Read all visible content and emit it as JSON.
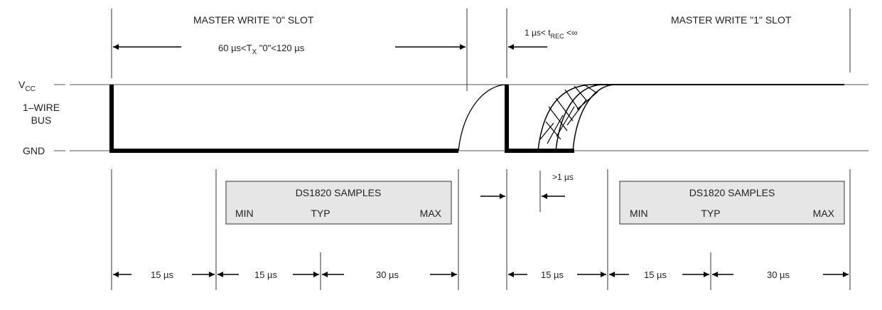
{
  "labels": {
    "write0_title": "MASTER WRITE \"0\" SLOT",
    "write1_title": "MASTER WRITE \"1\" SLOT",
    "tx_range": "60 µs<T",
    "tx_sub": "X",
    "tx_rest": " \"0\"<120 µs",
    "trec_pre": "1 µs< t",
    "trec_sub": "REC",
    "trec_post": " <∞",
    "vcc_main": "V",
    "vcc_sub": "CC",
    "bus_line1": "1–WIRE",
    "bus_line2": "BUS",
    "gnd": "GND",
    "gt1us": ">1 µs"
  },
  "sample_boxes": {
    "title": "DS1820 SAMPLES",
    "min": "MIN",
    "typ": "TYP",
    "max": "MAX"
  },
  "intervals": {
    "left_a": "15 µs",
    "left_b": "15 µs",
    "left_c": "30 µs",
    "right_a": "15 µs",
    "right_b": "15 µs",
    "right_c": "30 µs"
  },
  "colors": {
    "signal": "#000000",
    "line": "#555555",
    "box_fill": "#e6e6e6",
    "text": "#222222"
  }
}
